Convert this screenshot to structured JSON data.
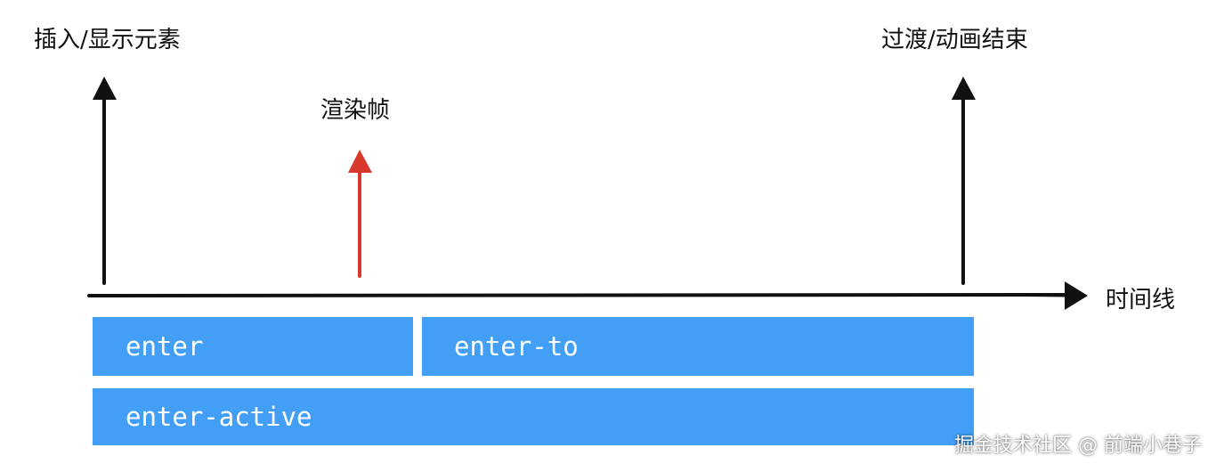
{
  "labels": {
    "insert_element": "插入/显示元素",
    "render_frame": "渲染帧",
    "transition_end": "过渡/动画结束",
    "timeline": "时间线"
  },
  "bars": {
    "enter": "enter",
    "enter_to": "enter-to",
    "enter_active": "enter-active"
  },
  "watermark": "掘金技术社区 @ 前端小巷子",
  "colors": {
    "bar_fill": "#439ff5",
    "bar_text": "#ffffff",
    "arrow_black": "#111111",
    "arrow_red": "#d9382c"
  }
}
